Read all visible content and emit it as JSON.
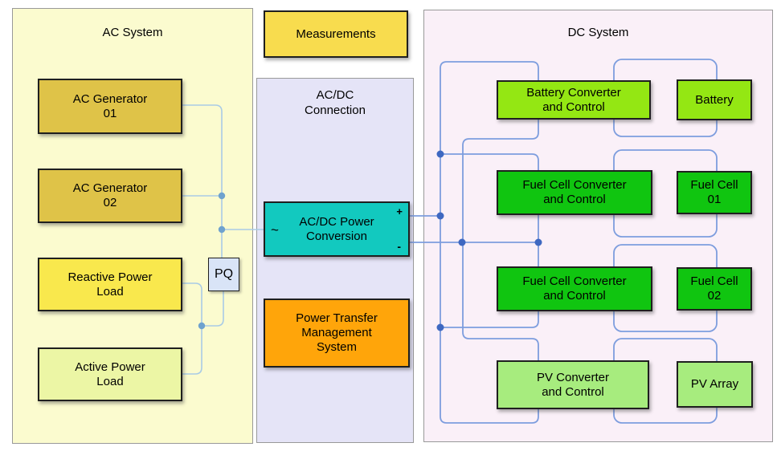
{
  "colors": {
    "ac-panel-bg": "#FBFBCF",
    "acdc-panel-bg": "#E5E4F7",
    "dc-panel-bg": "#FAF0F8",
    "panel-border": "#999999",
    "gen-fill": "#DFC348",
    "measurements-fill": "#F8DC4E",
    "reactive-fill": "#F9E84D",
    "active-fill": "#ECF6A5",
    "pq-fill": "#D9E4F7",
    "conv-fill": "#12C9BF",
    "ptms-fill": "#FFA50A",
    "battery-fill": "#94E713",
    "fuelcell-fill": "#10C510",
    "pv-fill": "#A7EC7E",
    "box-border": "#1F1F1F",
    "wire-ac": "#A9CBE6",
    "wire-dc": "#7D9DDE",
    "dot-ac": "#6FA2CE",
    "dot-dc": "#3E68C1"
  },
  "ac_system": {
    "title": "AC System",
    "generator_01": "AC Generator\n01",
    "generator_02": "AC Generator\n02",
    "reactive_load": "Reactive Power\nLoad",
    "active_load": "Active Power\nLoad",
    "pq_label": "PQ"
  },
  "measurements": {
    "label": "Measurements"
  },
  "acdc_connection": {
    "title": "AC/DC\nConnection",
    "conversion_label": "AC/DC Power\nConversion",
    "ac_symbol": "~",
    "plus_symbol": "+",
    "minus_symbol": "-",
    "ptms_label": "Power Transfer\nManagement\nSystem"
  },
  "dc_system": {
    "title": "DC System",
    "battery_converter": "Battery Converter\nand Control",
    "battery": "Battery",
    "fuel_cell_converter_01": "Fuel Cell Converter\nand Control",
    "fuel_cell_01": "Fuel Cell\n01",
    "fuel_cell_converter_02": "Fuel Cell Converter\nand Control",
    "fuel_cell_02": "Fuel Cell\n02",
    "pv_converter": "PV Converter\nand Control",
    "pv_array": "PV Array"
  }
}
